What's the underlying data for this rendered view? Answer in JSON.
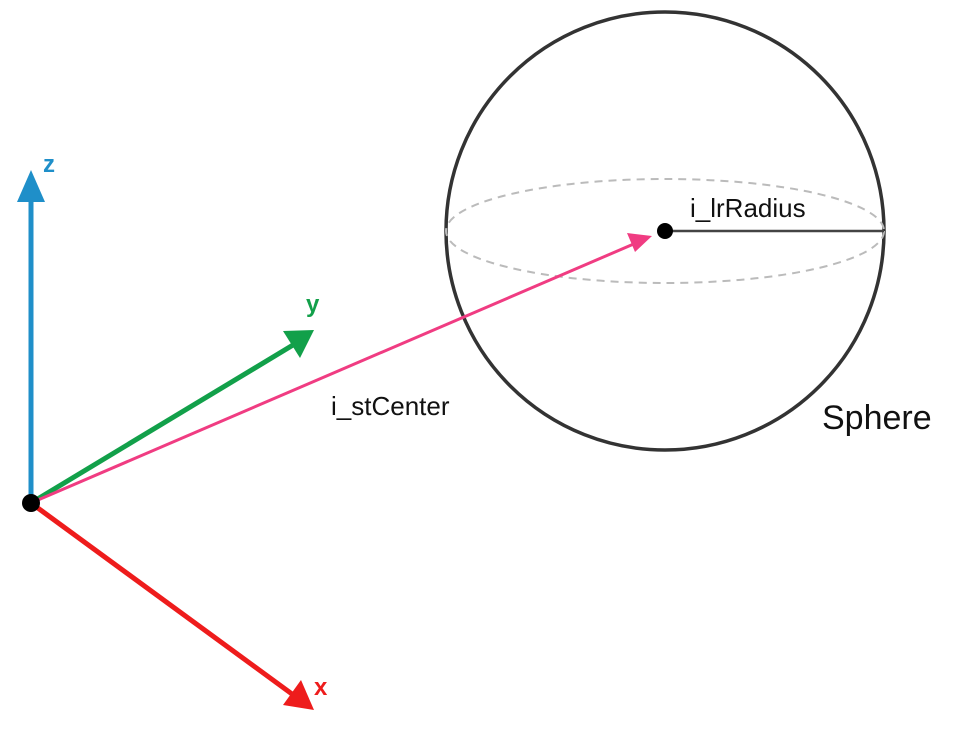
{
  "axes": {
    "z": {
      "label": "z",
      "color": "#1f8fc9"
    },
    "y": {
      "label": "y",
      "color": "#12a04a"
    },
    "x": {
      "label": "x",
      "color": "#ee1c1c"
    }
  },
  "vectors": {
    "center": {
      "label": "i_stCenter",
      "color": "#f03c82"
    }
  },
  "sphere": {
    "title": "Sphere",
    "radius_label": "i_lrRadius",
    "outline_color": "#333333",
    "equator_color": "#bbbbbb"
  },
  "points": {
    "origin_color": "#000000",
    "center_color": "#000000"
  }
}
